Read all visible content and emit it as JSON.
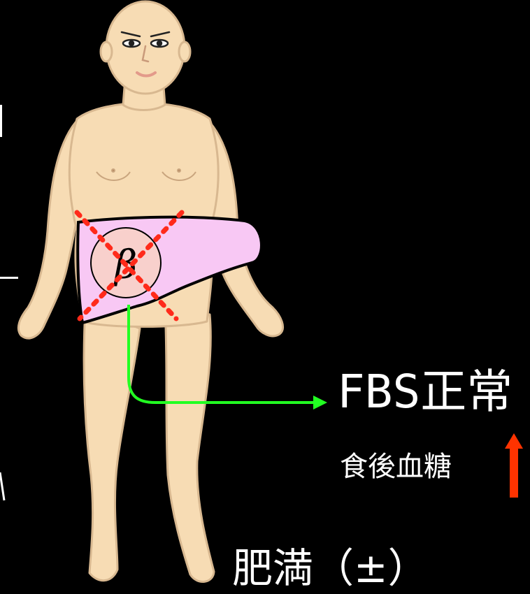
{
  "pancreas_symbol": "β",
  "labels": {
    "fbs": "FBS正常",
    "postprandial": "食後血糖",
    "obesity": "肥満（±）"
  },
  "colors": {
    "background": "#000000",
    "skin": "#f7dcb4",
    "skin_outline": "#d8b890",
    "pancreas_fill": "#f8c8f4",
    "pancreas_outline": "#000000",
    "islet_fill": "#f8d0cc",
    "cross_marks": "#ff2a1a",
    "flow_arrow": "#22ff22",
    "up_arrow": "#ff3300",
    "text": "#ffffff"
  },
  "icons": {
    "increase": "up-arrow-icon"
  }
}
